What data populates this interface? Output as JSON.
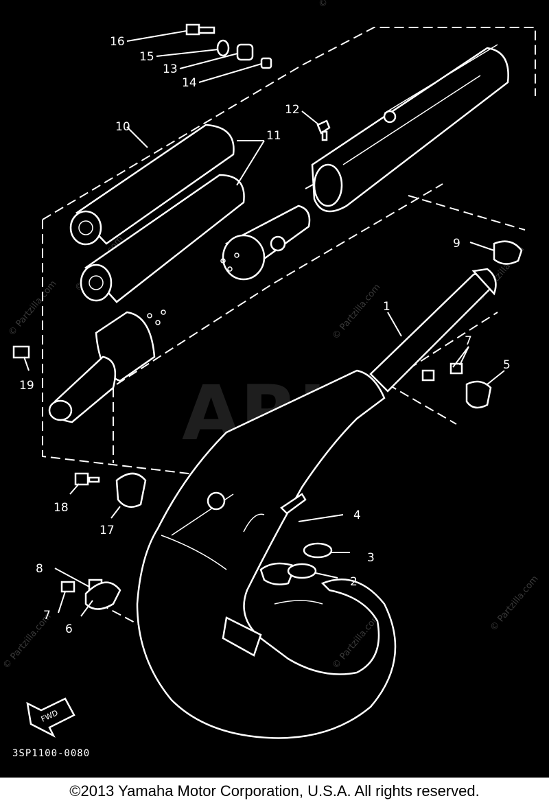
{
  "diagram": {
    "callouts": [
      "16",
      "15",
      "13",
      "14",
      "12",
      "10",
      "11",
      "9",
      "1",
      "19",
      "7",
      "5",
      "18",
      "17",
      "4",
      "3",
      "2",
      "8",
      "7",
      "6"
    ],
    "fwd_label": "FWD",
    "watermark_text": "© Partzilla.com",
    "center_watermark": "ARI",
    "drawing_code": "3SP1100-0080"
  },
  "footer": {
    "copyright": "©2013  Yamaha Motor Corporation, U.S.A. All rights reserved."
  }
}
